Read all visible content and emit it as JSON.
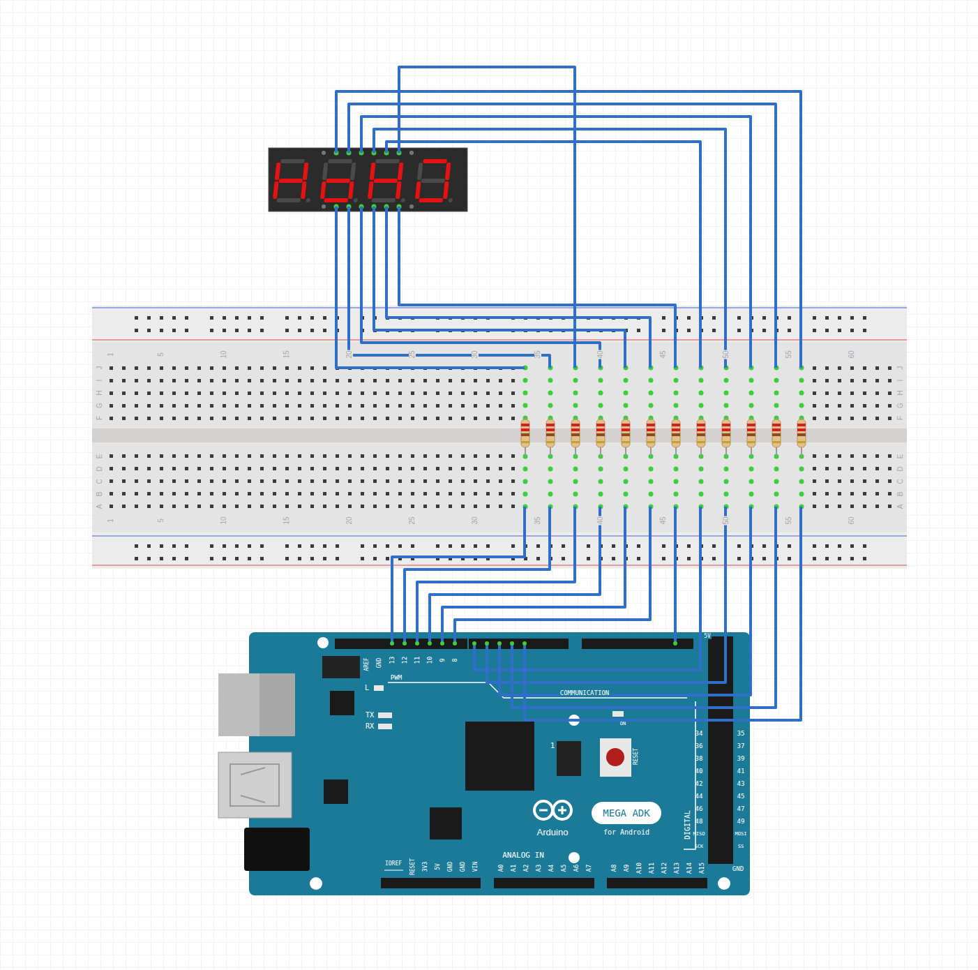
{
  "diagram": {
    "labels": [
      "1",
      "5",
      "10",
      "15",
      "20",
      "25",
      "30",
      "35",
      "40",
      "45",
      "50",
      "55",
      "60",
      "1",
      "5",
      "10",
      "15",
      "20",
      "25",
      "30",
      "35",
      "40",
      "45",
      "50",
      "55",
      "60",
      "J",
      "I",
      "H",
      "G",
      "F",
      "J",
      "I",
      "H",
      "G",
      "F",
      "E",
      "D",
      "C",
      "B",
      "A",
      "E",
      "D",
      "C",
      "B",
      "A",
      "AREF",
      "GND",
      "13",
      "12",
      "11",
      "10",
      "9",
      "8",
      "PWM",
      "L",
      "TX",
      "RX",
      "COMMUNICATION",
      "ON",
      "1",
      "RESET",
      "Arduino",
      "MEGA ADK",
      "for Android",
      "ANALOG IN",
      "A0",
      "A1",
      "A2",
      "A3",
      "A4",
      "A5",
      "A6",
      "A7",
      "A8",
      "A9",
      "A10",
      "A11",
      "A12",
      "A13",
      "A14",
      "A15",
      "IOREF",
      "RESET",
      "3V3",
      "5V",
      "GND",
      "GND",
      "VIN",
      "DIGITAL",
      "34",
      "36",
      "38",
      "40",
      "42",
      "44",
      "46",
      "48",
      "MISO",
      "SCK",
      "35",
      "37",
      "39",
      "41",
      "43",
      "45",
      "47",
      "49",
      "MOSI",
      "SS",
      "GND",
      "5V"
    ]
  }
}
